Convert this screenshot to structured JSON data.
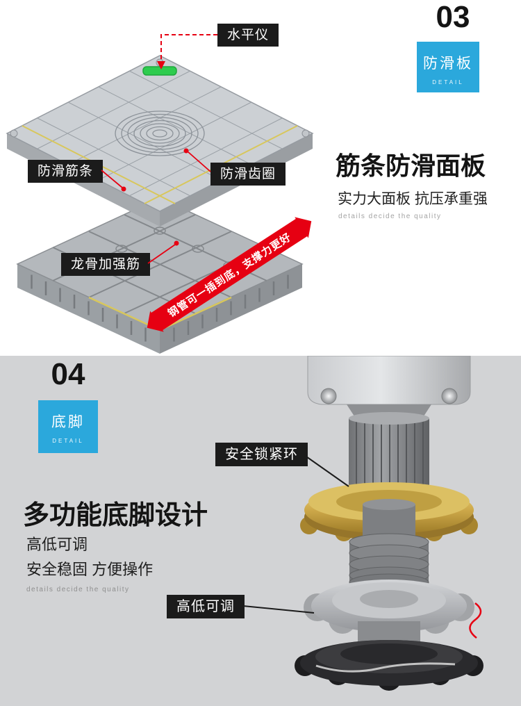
{
  "colors": {
    "accent_blue": "#2ba8dc",
    "label_black": "#1b1b1b",
    "banner_red": "#e60012",
    "section2_background": "#d2d3d5"
  },
  "section1": {
    "number": "03",
    "badge": {
      "title": "防滑板",
      "subtitle": "DETAIL"
    },
    "callouts": {
      "level": "水平仪",
      "antislip_rib": "防滑筋条",
      "antislip_gear": "防滑齿圈",
      "keel_rib": "龙骨加强筋"
    },
    "arrow_banner": "钢管可一插到底，支撑力更好",
    "headline": "筋条防滑面板",
    "subheadline": "实力大面板 抗压承重强",
    "tagline": "details decide the quality"
  },
  "section2": {
    "number": "04",
    "badge": {
      "title": "底脚",
      "subtitle": "DETAIL"
    },
    "callouts": {
      "lock_ring": "安全锁紧环",
      "height_adjust": "高低可调"
    },
    "headline": "多功能底脚设计",
    "feature_line1": "高低可调",
    "feature_line2": "安全稳固 方便操作",
    "tagline": "details decide the quality"
  }
}
